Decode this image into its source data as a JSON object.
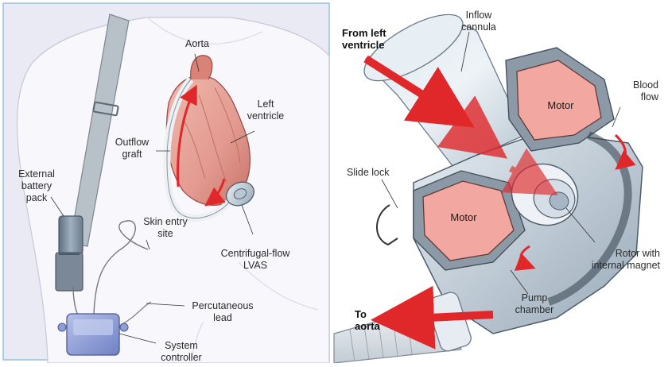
{
  "left_panel": {
    "labels": {
      "aorta": "Aorta",
      "left_ventricle": "Left\nventricle",
      "outflow_graft": "Outflow\ngraft",
      "external_battery_pack": "External\nbattery\npack",
      "skin_entry_site": "Skin entry\nsite",
      "centrifugal_flow_lvas": "Centrifugal-flow\nLVAS",
      "percutaneous_lead": "Percutaneous\nlead",
      "system_controller": "System\ncontroller"
    }
  },
  "right_panel": {
    "labels": {
      "from_left_ventricle": "From left\nventricle",
      "inflow_cannula": "Inflow\ncannula",
      "blood_flow": "Blood\nflow",
      "slide_lock": "Slide lock",
      "rotor_with_internal_magnet": "Rotor with\ninternal magnet",
      "pump_chamber": "Pump\nchamber",
      "to_aorta": "To\naorta"
    },
    "motor_upper": "Motor",
    "motor_lower": "Motor"
  },
  "colors": {
    "left_background": "#e9eaf4",
    "torso": "#f8f7fb",
    "device_metal": "#c9d4de",
    "motor": "#f2a7a0",
    "heart": "#e8a59a",
    "arrow_red": "#e0272a",
    "controller_blue": "#8e9ed6",
    "battery": "#8a9baf",
    "frame_blue": "#9bc0dd"
  }
}
